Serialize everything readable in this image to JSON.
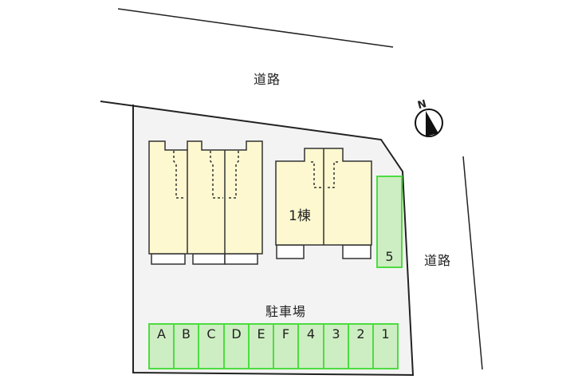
{
  "map": {
    "roads": [
      {
        "id": "north",
        "label": "道路"
      },
      {
        "id": "east",
        "label": "道路"
      }
    ],
    "compass": {
      "label": "N",
      "icon": "north-arrow-icon"
    },
    "building": {
      "label": "1棟"
    },
    "parking": {
      "label": "駐車場",
      "row_slots": [
        "A",
        "B",
        "C",
        "D",
        "E",
        "F",
        "4",
        "3",
        "2",
        "1"
      ],
      "side_slot": "5"
    },
    "colors": {
      "lot": "#f3f3f3",
      "building": "#fdf8cf",
      "parking_fill": "#cdeec2",
      "parking_border": "#4cdc40",
      "outline": "#222222"
    }
  }
}
